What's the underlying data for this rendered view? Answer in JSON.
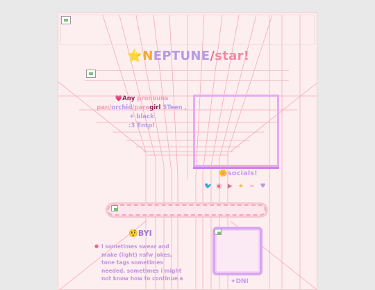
{
  "title": {
    "star_emoji": "⭐",
    "n": "N",
    "ep": "EPTUNE",
    "slash": "/",
    "rest": "star!"
  },
  "pronouns": {
    "heart": "💗",
    "line1_a": "Any",
    "line1_b": " pronouns",
    "line2": [
      {
        "t": "pan/",
        "c": "pink"
      },
      {
        "t": "orchid",
        "c": "lilac"
      },
      {
        "t": "/para",
        "c": "pink"
      },
      {
        "t": "girl",
        "c": "dark"
      },
      {
        "t": " 5Teen ,",
        "c": "lilac"
      }
    ],
    "line3": "+ black",
    "line4": ":3 Entp!"
  },
  "socials": {
    "label": "🌼socials!",
    "icons": [
      {
        "name": "twitter-icon",
        "glyph": "🐦",
        "color": "#5da9e9"
      },
      {
        "name": "pinterest-icon",
        "glyph": "◉",
        "color": "#e86b86"
      },
      {
        "name": "youtube-icon",
        "glyph": "▶",
        "color": "#e86b86"
      },
      {
        "name": "star-icon",
        "glyph": "★",
        "color": "#f2c23b"
      },
      {
        "name": "link-icon",
        "glyph": "∞",
        "color": "#f2a0b6"
      },
      {
        "name": "heart-icon",
        "glyph": "♥",
        "color": "#b59be6"
      }
    ]
  },
  "byi": {
    "label": "🤨BYI",
    "text": "I sometimes swear and make (light) nsfw jokes, tone tags sometimes needed, sometimes i might not know how to continue a"
  },
  "dnf": {
    "label": "✦DNI"
  }
}
